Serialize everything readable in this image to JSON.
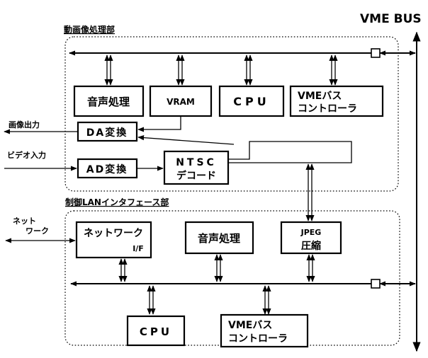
{
  "bus_label": "VME BUS",
  "sections": {
    "video": {
      "title": "動画像処理部"
    },
    "lan": {
      "title": "制御LANインタフェース部"
    }
  },
  "video_boxes": {
    "audio": "音声処理",
    "vram": "VRAM",
    "cpu": "CPU",
    "vme_line1": "VMEバス",
    "vme_line2": "コントローラ",
    "da": "DA変換",
    "ad": "AD変換",
    "ntsc_line1": "NTSC",
    "ntsc_line2": "デコード"
  },
  "lan_boxes": {
    "net_line1": "ネットワーク",
    "net_line2": "I/F",
    "audio": "音声処理",
    "jpeg_line1": "JPEG",
    "jpeg_line2": "圧縮",
    "cpu": "CPU",
    "vme_line1": "VMEバス",
    "vme_line2": "コントローラ"
  },
  "external": {
    "video_out": "画像出力",
    "video_in": "ビデオ入力",
    "network_line1": "ネット",
    "network_line2": "ワーク"
  }
}
